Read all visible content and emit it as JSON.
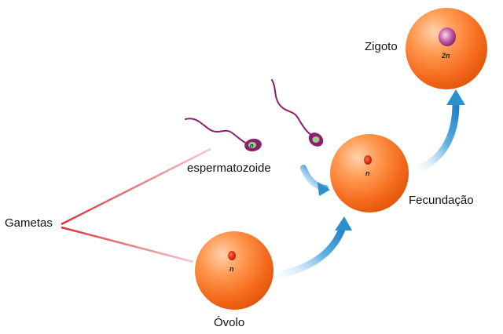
{
  "labels": {
    "gametes": "Gametas",
    "sperm": "espermatozoide",
    "ovum": "Óvolo",
    "fertilization": "Fecundação",
    "zygote": "Zigoto"
  },
  "ploidy": {
    "haploid": "n",
    "diploid": "2n"
  },
  "colors": {
    "cell_light": "#ffc393",
    "cell_mid": "#ff8a3d",
    "cell_dark": "#f05a0d",
    "nucleus_red": "#d81f10",
    "zygote_nucleus": "#b0388f",
    "sperm": "#8c1f6e",
    "arrow": "#2e8fcd",
    "connector": "#d9333a"
  }
}
